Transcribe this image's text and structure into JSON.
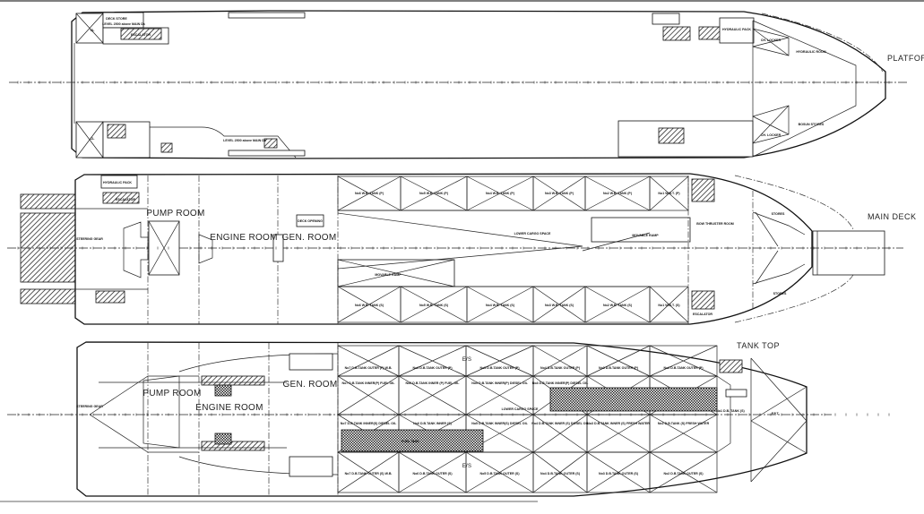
{
  "platform": {
    "title": "PLATFOR 1",
    "labels": {
      "deck_store": "DECK STORE",
      "level_top": "LEVEL 2500 above MAIN Dk",
      "level_bottom": "LEVEL 2500 above MAIN Dk",
      "escalator": "ESCALATOR",
      "hydraulic_pack": "HYDRAULIC PACK",
      "ch_locker_p": "CH. LOCKER",
      "ch_locker_s": "CH. LOCKER",
      "hydraulic_room": "HYDRAULIC ROOM",
      "bosun_stores": "BOSUN STORES",
      "cl_top": "CL",
      "cl_bottom": "CL"
    }
  },
  "main_deck": {
    "title": "MAIN DECK",
    "rooms": {
      "pump_room": "PUMP ROOM",
      "engine_room": "ENGINE ROOM",
      "gen_room": "GEN. ROOM",
      "deck_opening": "DECK OPENING",
      "steering_gear": "STEERING GEAR",
      "lower_cargo_space": "LOWER CARGO SPACE",
      "movable_ramp_aft": "MOVABLE RAMP",
      "movable_ramp_fwd": "MOVABLE RAMP",
      "bow_thruster_room": "BOW THRUSTER ROOM",
      "stores_p": "STORES",
      "stores_s": "STORES",
      "hydraulic_pack": "HYDRAULIC PACK",
      "escalator_aft": "ESCALATOR",
      "escalator_fwd": "ESCALATOR"
    },
    "tanks_p": [
      "No6 W.B. TANK (P)",
      "No5 W.B. TANK (P)",
      "No4 W.B. TANK (P)",
      "No3 W.B. TANK (P)",
      "No2 W.B. TANK (P)",
      "No1 W.B.T. (P)"
    ],
    "tanks_s": [
      "No6 W.B. TANK (S)",
      "No5 W.B. TANK (S)",
      "No4 W.B. TANK (S)",
      "No3 W.B. TANK (S)",
      "No2 W.B. TANK (S)",
      "No1 W.B.T. (S)"
    ]
  },
  "tank_top": {
    "title": "TANK TOP",
    "rooms": {
      "pump_room": "PUMP ROOM",
      "engine_room": "ENGINE ROOM",
      "gen_room": "GEN. ROOM",
      "steering_gear": "STEERING GEAR",
      "lower_cargo_space": "LOWER CARGO SPACE",
      "fpt": "F.P.T.",
      "no1_db_tank": "No1 D.B. TANK (S)",
      "es_p": "E/S",
      "es_s": "E/S",
      "fuel_tank": "FUEL TANK"
    },
    "outer_p": [
      "No7 D.B.TANK OUTER (P) W.B.",
      "No6 D.B.TANK OUTER (P)",
      "No5 D.B.TANK OUTER (P)",
      "No4 D.B.TANK OUTER (P)",
      "No3 D.B.TANK OUTER (P)",
      "No2 D.B.TANK OUTER (P)"
    ],
    "inner_p": [
      "No7 D.B.TANK INNER(P) FUEL OIL",
      "No6 D.B.TANK INNER (P) FUEL OIL",
      "No5 D.B.TANK INNER(P) DIESEL OIL",
      "No4 D.B.TANK INNER(P) DIESEL OIL"
    ],
    "inner_s": [
      "No7 D.B.TANK INNER(S) DIESEL OIL",
      "No6 D.B.TANK INNER (S)",
      "No5 D.B.TANK INNER(S) DIESEL OIL",
      "No4 D.B.TANK INNER (S) DIESEL OIL",
      "No3 D.B.TANK INNER (S) FRESH WATER",
      "No2 D.B.TANK (S) FRESH WATER"
    ],
    "outer_s": [
      "No7 D.B.TANK OUTER (S) W.B.",
      "No6 D.B.TANK OUTER (S)",
      "No5 D.B.TANK OUTER (S)",
      "No4 D.B.TANK OUTER (S)",
      "No3 D.B.TANK OUTER (S)",
      "No2 D.B.TANK OUTER (S)"
    ]
  }
}
